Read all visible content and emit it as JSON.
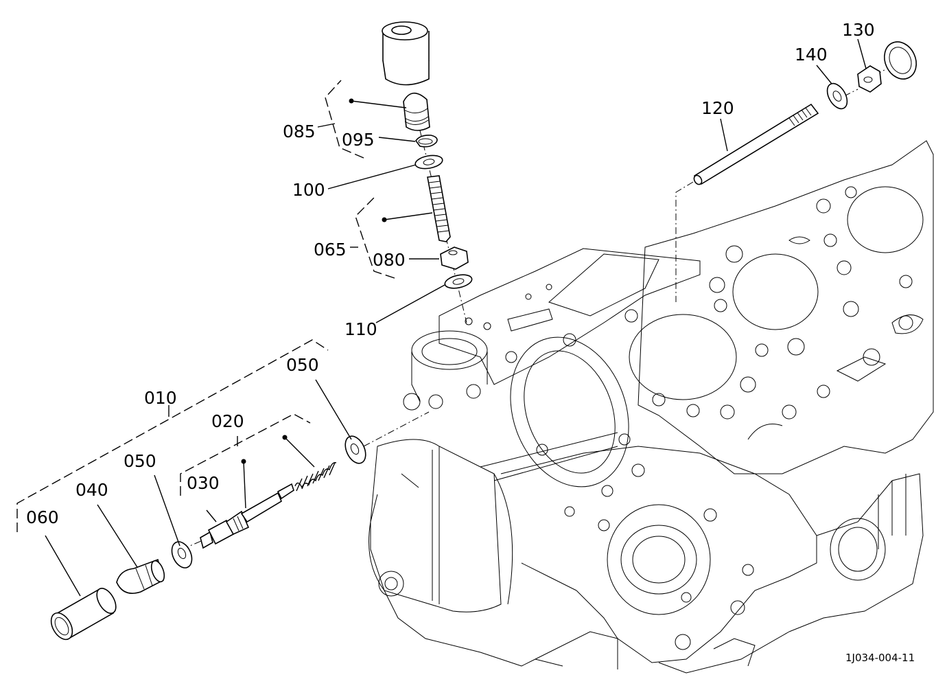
{
  "diagram": {
    "reference_code": "1J034-004-11",
    "labels": {
      "p010": "010",
      "p020": "020",
      "p030": "030",
      "p040": "040",
      "p050a": "050",
      "p050b": "050",
      "p060": "060",
      "p065": "065",
      "p080": "080",
      "p085": "085",
      "p095": "095",
      "p100": "100",
      "p110": "110",
      "p120": "120",
      "p130": "130",
      "p140": "140"
    }
  }
}
